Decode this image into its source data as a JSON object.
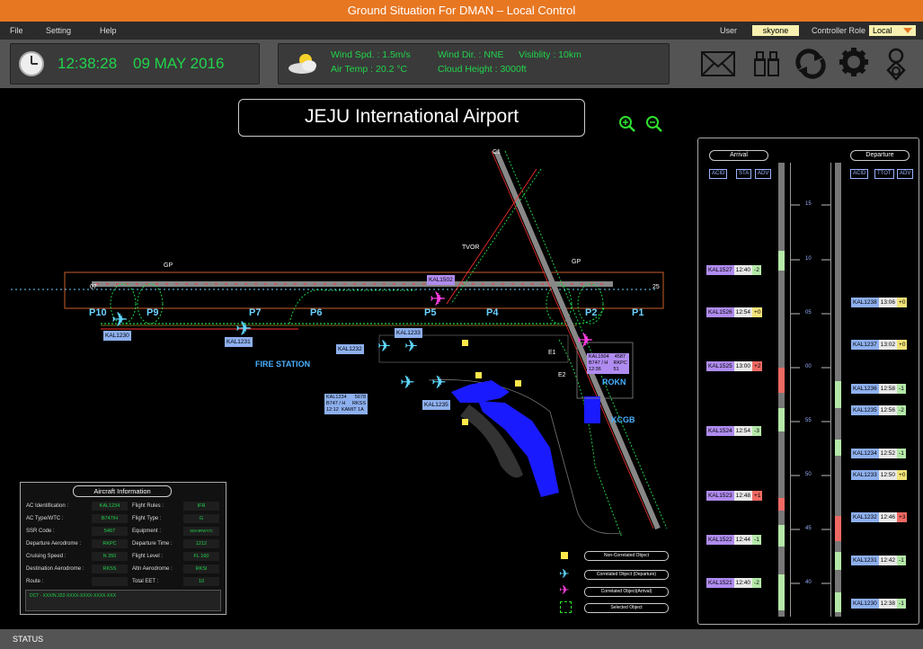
{
  "window": {
    "title": "Ground Situation For DMAN – Local Control"
  },
  "menu": {
    "file": "File",
    "setting": "Setting",
    "help": "Help",
    "user_label": "User",
    "user_value": "skyone",
    "role_label": "Controller Role",
    "role_value": "Local"
  },
  "clock": {
    "time": "12:38:28",
    "date": "09 MAY 2016"
  },
  "weather": {
    "wind_spd": "Wind Spd. : 1.5m/s",
    "wind_dir": "Wind Dir. : NNE",
    "visibility": "Visiblity : 10km",
    "air_temp": "Air Temp : 20.2 °C",
    "cloud_height": "Cloud Height : 3000ft"
  },
  "toolbar": {
    "icons": [
      "envelope-icon",
      "binoculars-icon",
      "sync-icon",
      "gear-icon",
      "user-icon"
    ]
  },
  "map": {
    "title": "JEJU International Airport",
    "fire_station": "FIRE STATION",
    "tvor": "TVOR",
    "gp1": "GP",
    "gp2": "GP",
    "rokn": "ROKN",
    "kcgb": "KCGB",
    "c1": "C1",
    "runway_end_left": "07",
    "runway_end_right": "25",
    "positions": [
      "P10",
      "P9",
      "P7",
      "P6",
      "P5",
      "P4",
      "P2",
      "P1"
    ],
    "gate_labels": [
      "E2",
      "E1"
    ],
    "aircraft_tags": {
      "kal1230": "KAL1230",
      "kal1231": "KAL1231",
      "kal1232": "KAL1232",
      "kal1233": "KAL1233",
      "kal1235": "KAL1235",
      "kal1502": "KAL1502",
      "kal1504_block": "KAL1504    4587\nB747 / H    RKPC\n12:36         51",
      "kal1234_block": "KAL1234      5678\nB747 / H     RKSS\n12:12  KAMIT 1A"
    }
  },
  "legend": {
    "non_correlated": "Non-Correlated Object",
    "correlated_dep": "Correlated Object (Departure)",
    "correlated_arr": "Correlated Object(Arrival)",
    "selected": "Selected Object"
  },
  "aircraft_info": {
    "title": "Aircraft Information",
    "rows": [
      {
        "l1": "AC Identification :",
        "v1": "KAL1234",
        "l2": "Flight Rules :",
        "v2": "IFR"
      },
      {
        "l1": "AC Type/WTC :",
        "v1": "B747/H",
        "l2": "Flight Type :",
        "v2": "G"
      },
      {
        "l1": "SSR Code :",
        "v1": "5467",
        "l2": "Equipment :",
        "v2": "SDHIRWY/C"
      },
      {
        "l1": "Departure Aerodrome :",
        "v1": "RKPC",
        "l2": "Departure Time :",
        "v2": "1212"
      },
      {
        "l1": "Cruising Speed :",
        "v1": "N 350",
        "l2": "Flight Level :",
        "v2": "FL 160"
      },
      {
        "l1": "Destination Aerodrome :",
        "v1": "RKSS",
        "l2": "Altn Aerodrome :",
        "v2": "RKSI"
      },
      {
        "l1": "Route :",
        "v1": "",
        "l2": "Total EET :",
        "v2": "10"
      }
    ],
    "route_text": "DCT - XXX/N.332-XXXX-XXXX-XXXX-XXX"
  },
  "timeline": {
    "arrival_label": "Arrival",
    "departure_label": "Departure",
    "arr_headers": [
      "ACID",
      "STA",
      "ADV"
    ],
    "dep_headers": [
      "ACID",
      "TTOT",
      "ADV"
    ],
    "ticks": [
      "15",
      "10",
      "05",
      "00",
      "55",
      "50",
      "45",
      "40"
    ],
    "arrivals": [
      {
        "acid": "KAL1527",
        "time": "12:40",
        "adv": "-2",
        "adv_color": "green"
      },
      {
        "acid": "KAL1526",
        "time": "12:54",
        "adv": "+0",
        "adv_color": "yellow"
      },
      {
        "acid": "KAL1525",
        "time": "13:00",
        "adv": "+2",
        "adv_color": "red"
      },
      {
        "acid": "KAL1524",
        "time": "12:54",
        "adv": "-3",
        "adv_color": "green"
      },
      {
        "acid": "KAL1523",
        "time": "12:48",
        "adv": "+1",
        "adv_color": "red"
      },
      {
        "acid": "KAL1522",
        "time": "12:44",
        "adv": "-1",
        "adv_color": "green"
      },
      {
        "acid": "KAL1521",
        "time": "12:40",
        "adv": "-2",
        "adv_color": "green"
      }
    ],
    "departures": [
      {
        "acid": "KAL1238",
        "time": "13:06",
        "adv": "+0",
        "adv_color": "yellow"
      },
      {
        "acid": "KAL1237",
        "time": "13:02",
        "adv": "+0",
        "adv_color": "yellow"
      },
      {
        "acid": "KAL1236",
        "time": "12:58",
        "adv": "-1",
        "adv_color": "green"
      },
      {
        "acid": "KAL1235",
        "time": "12:56",
        "adv": "-2",
        "adv_color": "green"
      },
      {
        "acid": "KAL1234",
        "time": "12:52",
        "adv": "-1",
        "adv_color": "green"
      },
      {
        "acid": "KAL1233",
        "time": "12:50",
        "adv": "+0",
        "adv_color": "yellow"
      },
      {
        "acid": "KAL1232",
        "time": "12:46",
        "adv": "+3",
        "adv_color": "red"
      },
      {
        "acid": "KAL1231",
        "time": "12:42",
        "adv": "-1",
        "adv_color": "green"
      },
      {
        "acid": "KAL1230",
        "time": "12:38",
        "adv": "-1",
        "adv_color": "green"
      }
    ]
  },
  "status": {
    "label": "STATUS"
  },
  "colors": {
    "accent": "#e87722",
    "green": "#21d44b",
    "arrival_tag": "#b08cf0",
    "departure_tag": "#8eb0ee"
  }
}
